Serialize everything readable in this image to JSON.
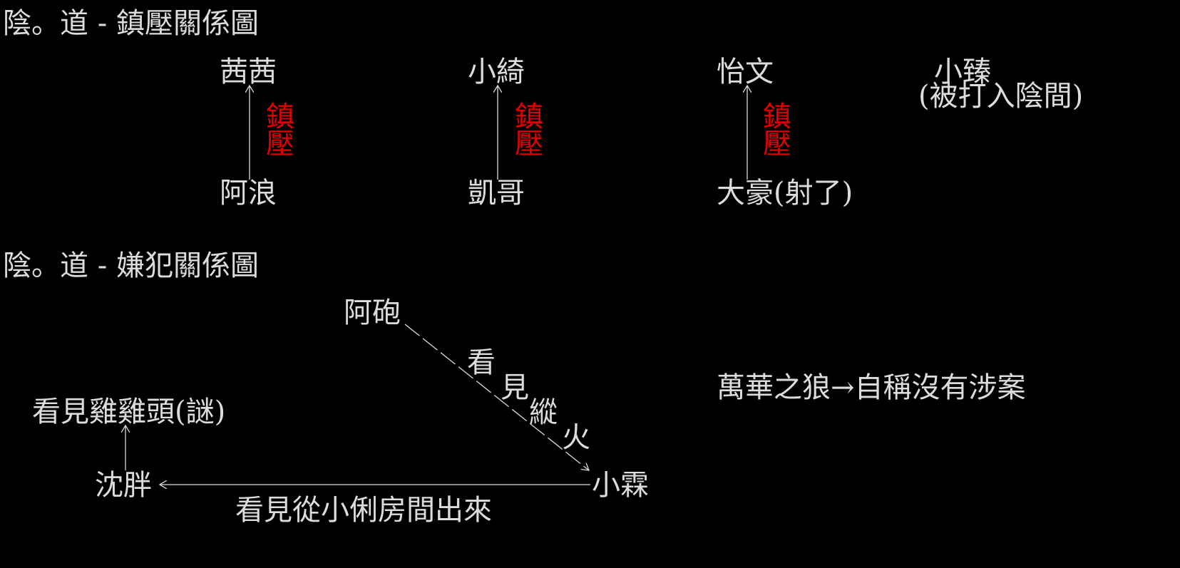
{
  "section1": {
    "title": "陰。道 - 鎮壓關係圖",
    "relations": [
      {
        "top": "茜茜",
        "bottom": "阿浪",
        "label": "鎮壓"
      },
      {
        "top": "小綺",
        "bottom": "凱哥",
        "label": "鎮壓"
      },
      {
        "top": "怡文",
        "bottom": "大豪(射了)",
        "label": "鎮壓"
      }
    ],
    "isolated": {
      "name": "小臻",
      "note": "(被打入陰間)"
    },
    "label_color": "#e00000"
  },
  "section2": {
    "title": "陰。道 - 嫌犯關係圖",
    "nodes": {
      "apao": "阿砲",
      "xiaolin": "小霖",
      "shenpang": "沈胖",
      "saw_head": "看見雞雞頭(謎)"
    },
    "edge_apao_xiaolin": [
      "看",
      "見",
      "縱",
      "火"
    ],
    "edge_xiaolin_shenpang": "看見從小俐房間出來",
    "wolf_note": "萬華之狼→自稱沒有涉案"
  }
}
